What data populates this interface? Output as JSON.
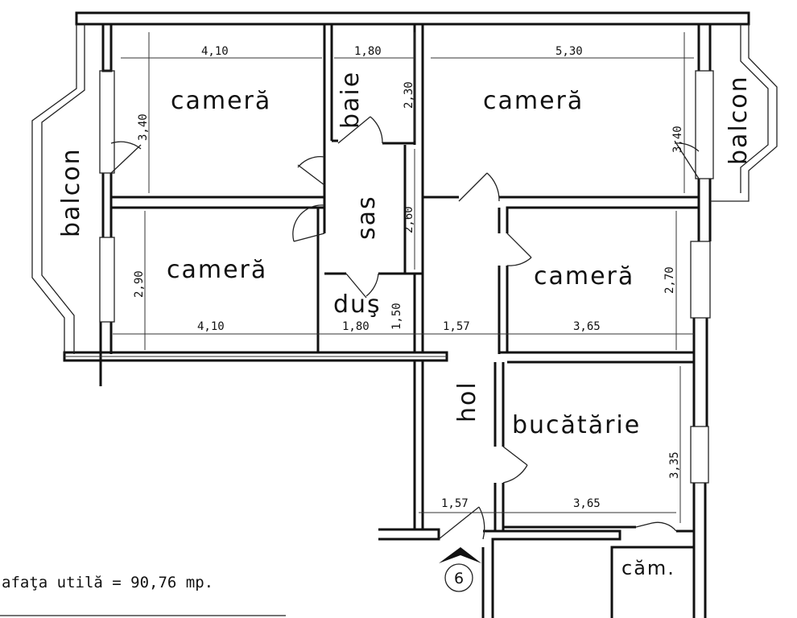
{
  "rooms": {
    "camera_top_left": "cameră",
    "camera_bottom_left": "cameră",
    "camera_top_right": "cameră",
    "camera_mid_right": "cameră",
    "balcon_left": "balcon",
    "balcon_right": "balcon",
    "baie": "baie",
    "sas": "sas",
    "dus": "duş",
    "hol": "hol",
    "bucatarie": "bucătărie",
    "camara": "căm."
  },
  "dimensions": {
    "tl_width": "4,10",
    "tl_height": "3,40",
    "baie_width": "1,80",
    "baie_height": "2,30",
    "tr_width": "5,30",
    "tr_height": "3,40",
    "sas_height": "2,60",
    "bl_height": "2,90",
    "bl_width": "4,10",
    "dus_width": "1,80",
    "dus_height": "1,50",
    "hol_width_top": "1,57",
    "mr_width": "3,65",
    "mr_height": "2,70",
    "kit_height": "3,35",
    "hol_width_bottom": "1,57",
    "kit_width": "3,65"
  },
  "entrance_number": "6",
  "footer": {
    "area_text": "afaţa utilă = 90,76 mp."
  }
}
